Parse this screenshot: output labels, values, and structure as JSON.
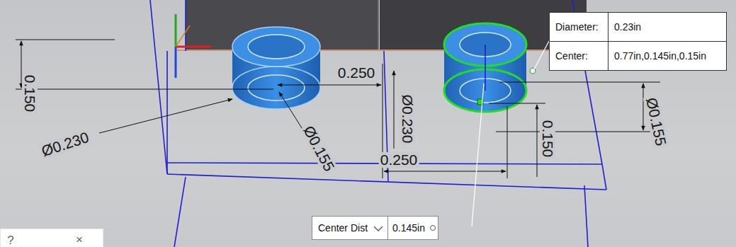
{
  "diagram": {
    "nodes": [
      {
        "text": [
          "Diameter:",
          "0.23in",
          "Center:",
          "0.77in,0.145in,0.15in"
        ]
      },
      {
        "text": [
          "Center Dist"
        ]
      },
      {
        "text": [
          "0.145in"
        ]
      }
    ],
    "labels": [
      "0.150",
      "Ø0.230",
      "Ø0.155",
      "0.250",
      "Ø0.230",
      "0.250",
      "0.150",
      "Ø0.155",
      "?",
      "×"
    ]
  }
}
